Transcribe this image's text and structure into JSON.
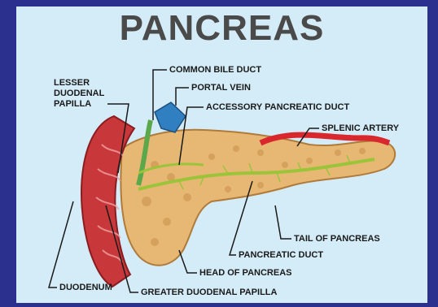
{
  "title": "PANCREAS",
  "labels": {
    "lesser_duodenal_papilla_1": "LESSER",
    "lesser_duodenal_papilla_2": "DUODENAL",
    "lesser_duodenal_papilla_3": "PAPILLA",
    "common_bile_duct": "COMMON BILE DUCT",
    "portal_vein": "PORTAL VEIN",
    "accessory_pancreatic_duct": "ACCESSORY PANCREATIC DUCT",
    "splenic_artery": "SPLENIC ARTERY",
    "tail_of_pancreas": "TAIL OF PANCREAS",
    "pancreatic_duct": "PANCREATIC DUCT",
    "head_of_pancreas": "HEAD OF PANCREAS",
    "duodenum": "DUODENUM",
    "greater_duodenal_papilla": "GREATER DUODENAL PAPILLA"
  },
  "colors": {
    "background": "#2b2f8e",
    "panel": "#d4ecf7",
    "pancreas": "#e7b873",
    "duodenum": "#c8373a",
    "duct": "#9bc43a",
    "vein": "#2f7fc1",
    "artery": "#d9272e"
  }
}
